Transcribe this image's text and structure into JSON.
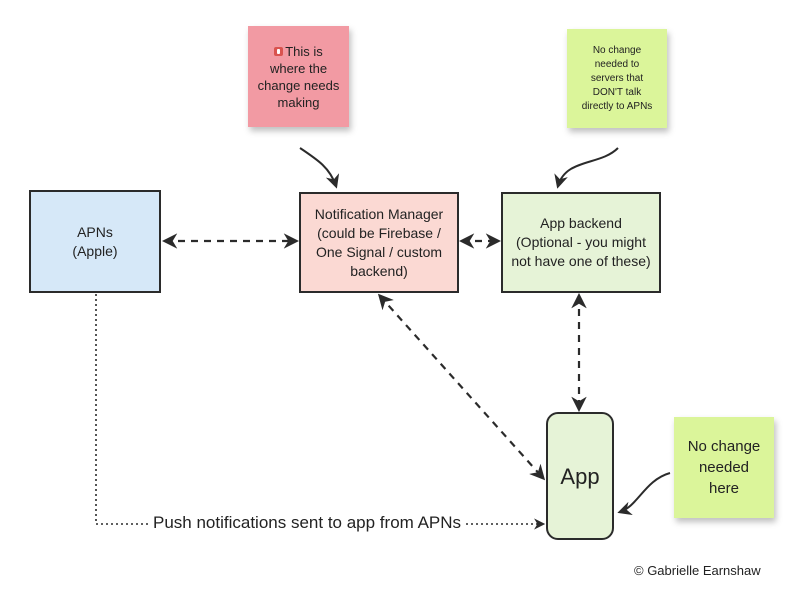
{
  "nodes": {
    "apns": {
      "lines": [
        "APNs",
        "(Apple)"
      ]
    },
    "notification_manager": {
      "lines": [
        "Notification Manager",
        "(could be Firebase /",
        "One Signal / custom",
        "backend)"
      ]
    },
    "app_backend": {
      "lines": [
        "App backend",
        "(Optional - you might",
        "not have one of these)"
      ]
    },
    "app": {
      "label": "App"
    }
  },
  "notes": {
    "change_here": {
      "lines": [
        "This is",
        "where the",
        "change needs",
        "making"
      ],
      "icon": "pin-icon"
    },
    "servers_no_change": {
      "lines": [
        "No change",
        "needed to",
        "servers that",
        "DON'T talk",
        "directly to APNs"
      ]
    },
    "app_no_change": {
      "lines": [
        "No change",
        "needed",
        "here"
      ]
    }
  },
  "push_label": "Push notifications sent to app from APNs",
  "copyright": "© Gabrielle Earnshaw",
  "colors": {
    "apns_fill": "#d6e8f8",
    "notification_manager_fill": "#fbd9d3",
    "app_backend_fill": "#e6f3d7",
    "app_fill": "#e6f3d7",
    "note_pink": "#f29aa3",
    "note_green": "#dbf59a",
    "stroke": "#2b2b2b"
  }
}
